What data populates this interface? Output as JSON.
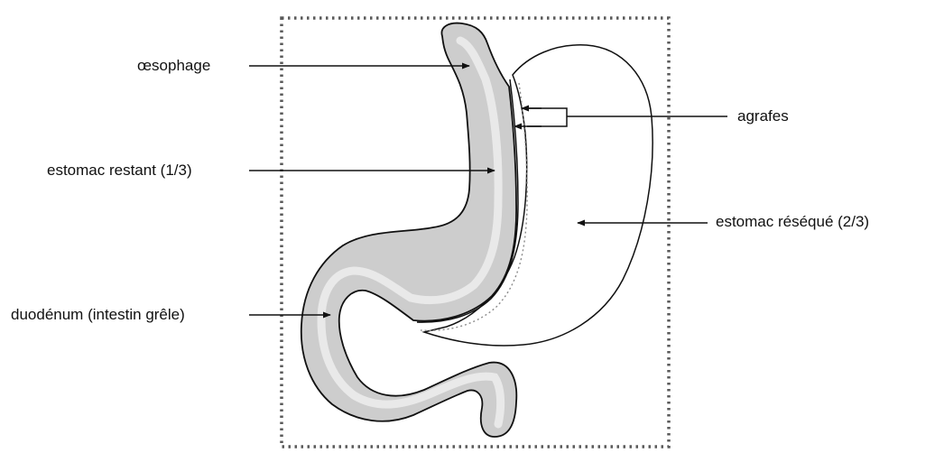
{
  "labels": {
    "oesophagus": "œsophage",
    "remaining_stomach": "estomac restant (1/3)",
    "duodenum": "duodénum (intestin grêle)",
    "staples": "agrafes",
    "resected_stomach": "estomac réséqué (2/3)"
  },
  "colors": {
    "outline": "#111111",
    "frame_dots": "#5a5a5a",
    "tissue_fill": "#cfcfcf",
    "tissue_edge": "#f4f4f4",
    "staple_line": "#8a8a8a"
  }
}
